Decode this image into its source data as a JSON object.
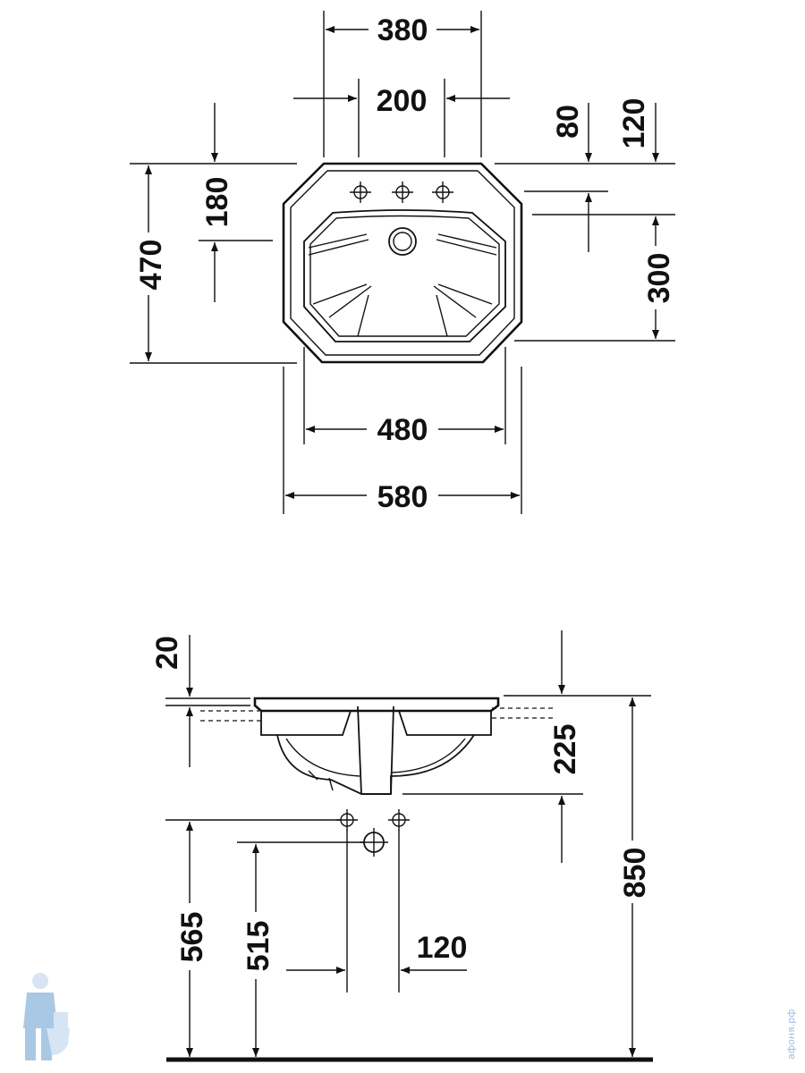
{
  "top_view": {
    "dim_width_outer": "580",
    "dim_width_inner": "480",
    "dim_tap_span_outer": "380",
    "dim_tap_span_inner": "200",
    "dim_depth_total": "470",
    "dim_tap_depth": "180",
    "dim_bowl_depth": "300",
    "dim_rim_80": "80",
    "dim_rim_120": "120"
  },
  "side_view": {
    "dim_rim_thickness": "20",
    "dim_bowl_height": "225",
    "dim_install_height": "850",
    "dim_drain_height": "565",
    "dim_supply_height": "515",
    "dim_supply_spacing": "120"
  },
  "watermark": {
    "text": "афоня.рф"
  },
  "colors": {
    "line": "#111111",
    "watermark": "#9bbfe0"
  }
}
